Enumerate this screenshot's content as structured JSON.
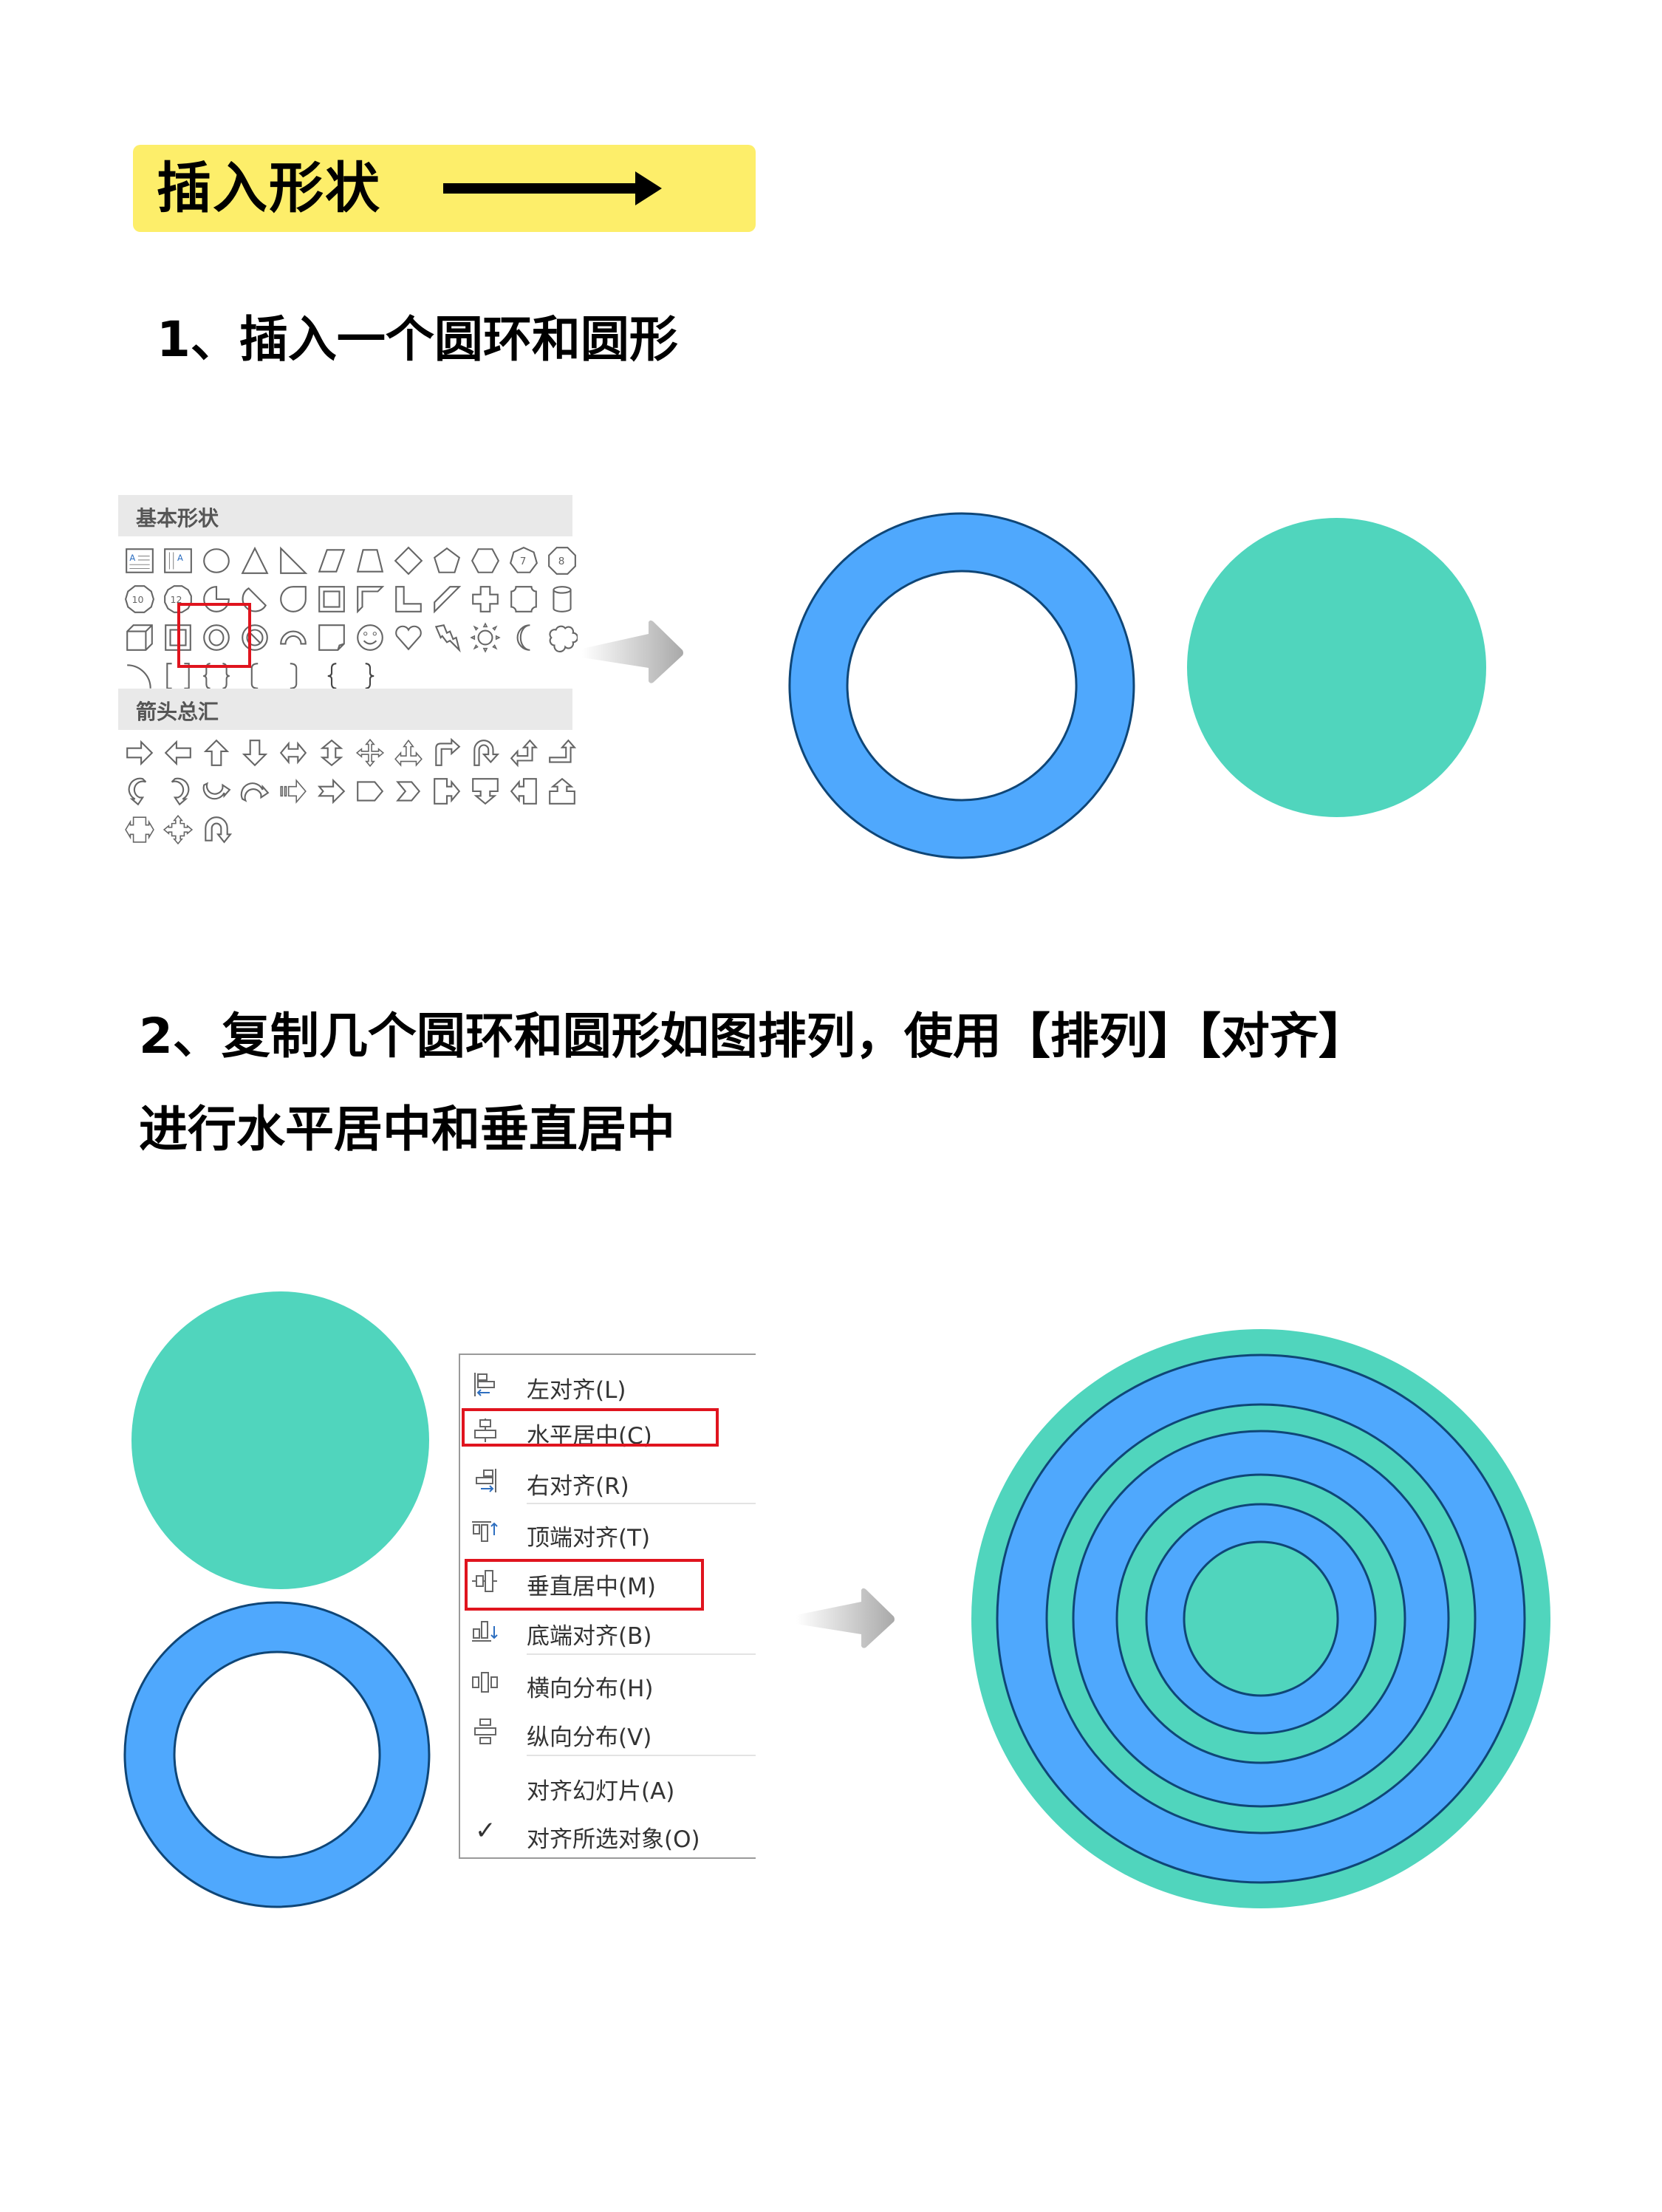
{
  "banner": {
    "title": "插入形状",
    "icon": "right-arrow-icon",
    "bg_color": "#fdee6a"
  },
  "step1": {
    "heading": "1、插入一个圆环和圆形"
  },
  "step2": {
    "heading_line1": "2、复制几个圆环和圆形如图排列，使用【排列】【对齐】",
    "heading_line2": "进行水平居中和垂直居中"
  },
  "shapes_gallery": {
    "sections": [
      {
        "title": "基本形状",
        "selected_item": "donut",
        "rows": [
          [
            "text-box",
            "vertical-text-box",
            "oval",
            "isosceles-triangle",
            "right-triangle",
            "parallelogram",
            "trapezoid",
            "diamond",
            "pentagon",
            "hexagon",
            "heptagon",
            "octagon"
          ],
          [
            "decagon",
            "dodecagon",
            "pie",
            "chord",
            "teardrop",
            "frame",
            "half-frame",
            "l-shape",
            "diagonal-stripe",
            "cross",
            "plaque",
            "can"
          ],
          [
            "cube",
            "bevel",
            "donut",
            "no-symbol",
            "block-arc",
            "folded-corner",
            "smiley-face",
            "heart",
            "lightning-bolt",
            "sun",
            "moon",
            "cloud"
          ],
          [
            "arc",
            "double-bracket",
            "double-brace",
            "left-bracket",
            "right-bracket",
            "left-brace",
            "right-brace"
          ]
        ]
      },
      {
        "title": "箭头总汇",
        "rows": [
          [
            "right-arrow",
            "left-arrow",
            "up-arrow",
            "down-arrow",
            "left-right-arrow",
            "up-down-arrow",
            "quad-arrow",
            "left-right-up-arrow",
            "bent-arrow",
            "u-turn-arrow",
            "left-up-arrow",
            "bent-up-arrow"
          ],
          [
            "curved-right-arrow",
            "curved-left-arrow",
            "curved-up-arrow",
            "curved-down-arrow",
            "striped-right-arrow",
            "notched-right-arrow",
            "pentagon-arrow",
            "chevron",
            "right-arrow-callout",
            "down-arrow-callout",
            "left-arrow-callout",
            "up-arrow-callout"
          ],
          [
            "left-right-arrow-callout",
            "quad-arrow-callout",
            "circular-arrow"
          ]
        ]
      }
    ]
  },
  "align_menu": {
    "items": [
      {
        "label": "左对齐(L)",
        "icon": "align-left-icon",
        "highlighted": false
      },
      {
        "label": "水平居中(C)",
        "icon": "align-center-icon",
        "highlighted": true
      },
      {
        "label": "右对齐(R)",
        "icon": "align-right-icon",
        "highlighted": false
      },
      {
        "label": "顶端对齐(T)",
        "icon": "align-top-icon",
        "highlighted": false
      },
      {
        "label": "垂直居中(M)",
        "icon": "align-middle-icon",
        "highlighted": true
      },
      {
        "label": "底端对齐(B)",
        "icon": "align-bottom-icon",
        "highlighted": false
      },
      {
        "label": "横向分布(H)",
        "icon": "distribute-horizontally-icon",
        "highlighted": false
      },
      {
        "label": "纵向分布(V)",
        "icon": "distribute-vertically-icon",
        "highlighted": false
      },
      {
        "label": "对齐幻灯片(A)",
        "icon": "",
        "highlighted": false
      },
      {
        "label": "对齐所选对象(O)",
        "icon": "checkmark-icon",
        "checked": true,
        "highlighted": false
      }
    ]
  },
  "colors": {
    "ring_blue": "#4fa8fd",
    "circle_green": "#50d5bd",
    "outline": "#0f4677",
    "highlight_red": "#e0141e"
  }
}
